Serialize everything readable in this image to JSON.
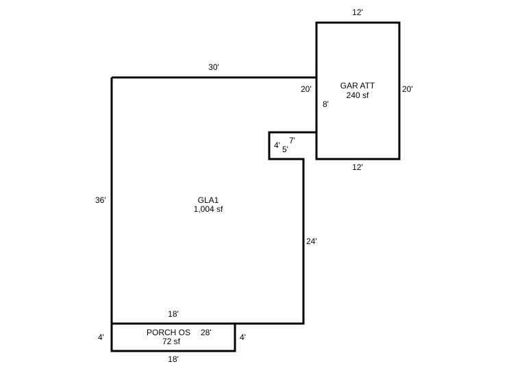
{
  "diagram": {
    "type": "floor-plan sketch",
    "line_color": "#000000",
    "background": "#ffffff",
    "areas": {
      "gla1": {
        "name": "GLA1",
        "area": "1,004 sf"
      },
      "garage": {
        "name": "GAR ATT",
        "area": "240 sf"
      },
      "porch": {
        "name": "PORCH OS",
        "area": "72 sf"
      }
    },
    "dimensions": {
      "gla_top": "30'",
      "gla_left": "36'",
      "gla_right_lower": "24'",
      "gla_bottom": "18'",
      "gla_right_upper": "20'",
      "notch_right": "8'",
      "notch_top": "7'",
      "notch_left": "4'",
      "notch_bottom": "5'",
      "garage_top": "12'",
      "garage_right": "20'",
      "garage_bottom": "12'",
      "porch_left": "4'",
      "porch_right": "4'",
      "porch_top_extra": "28'",
      "porch_bottom": "18'"
    }
  }
}
